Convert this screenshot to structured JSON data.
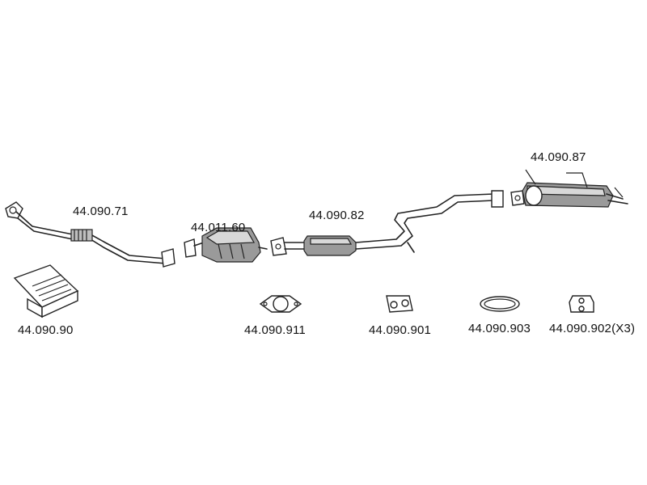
{
  "parts": [
    {
      "id": "front-pipe",
      "number": "44.090.71"
    },
    {
      "id": "catalytic-converter",
      "number": "44.011.60"
    },
    {
      "id": "centre-silencer",
      "number": "44.090.82"
    },
    {
      "id": "rear-silencer",
      "number": "44.090.87"
    },
    {
      "id": "mounting-kit",
      "number": "44.090.90"
    },
    {
      "id": "flange-gasket",
      "number": "44.090.911"
    },
    {
      "id": "rubber-mount",
      "number": "44.090.901"
    },
    {
      "id": "seal-ring",
      "number": "44.090.903"
    },
    {
      "id": "rubber-hanger",
      "number": "44.090.902(X3)"
    }
  ],
  "colors": {
    "line": "#222222",
    "shade": "#9a9a9a",
    "light": "#d8d8d8"
  }
}
